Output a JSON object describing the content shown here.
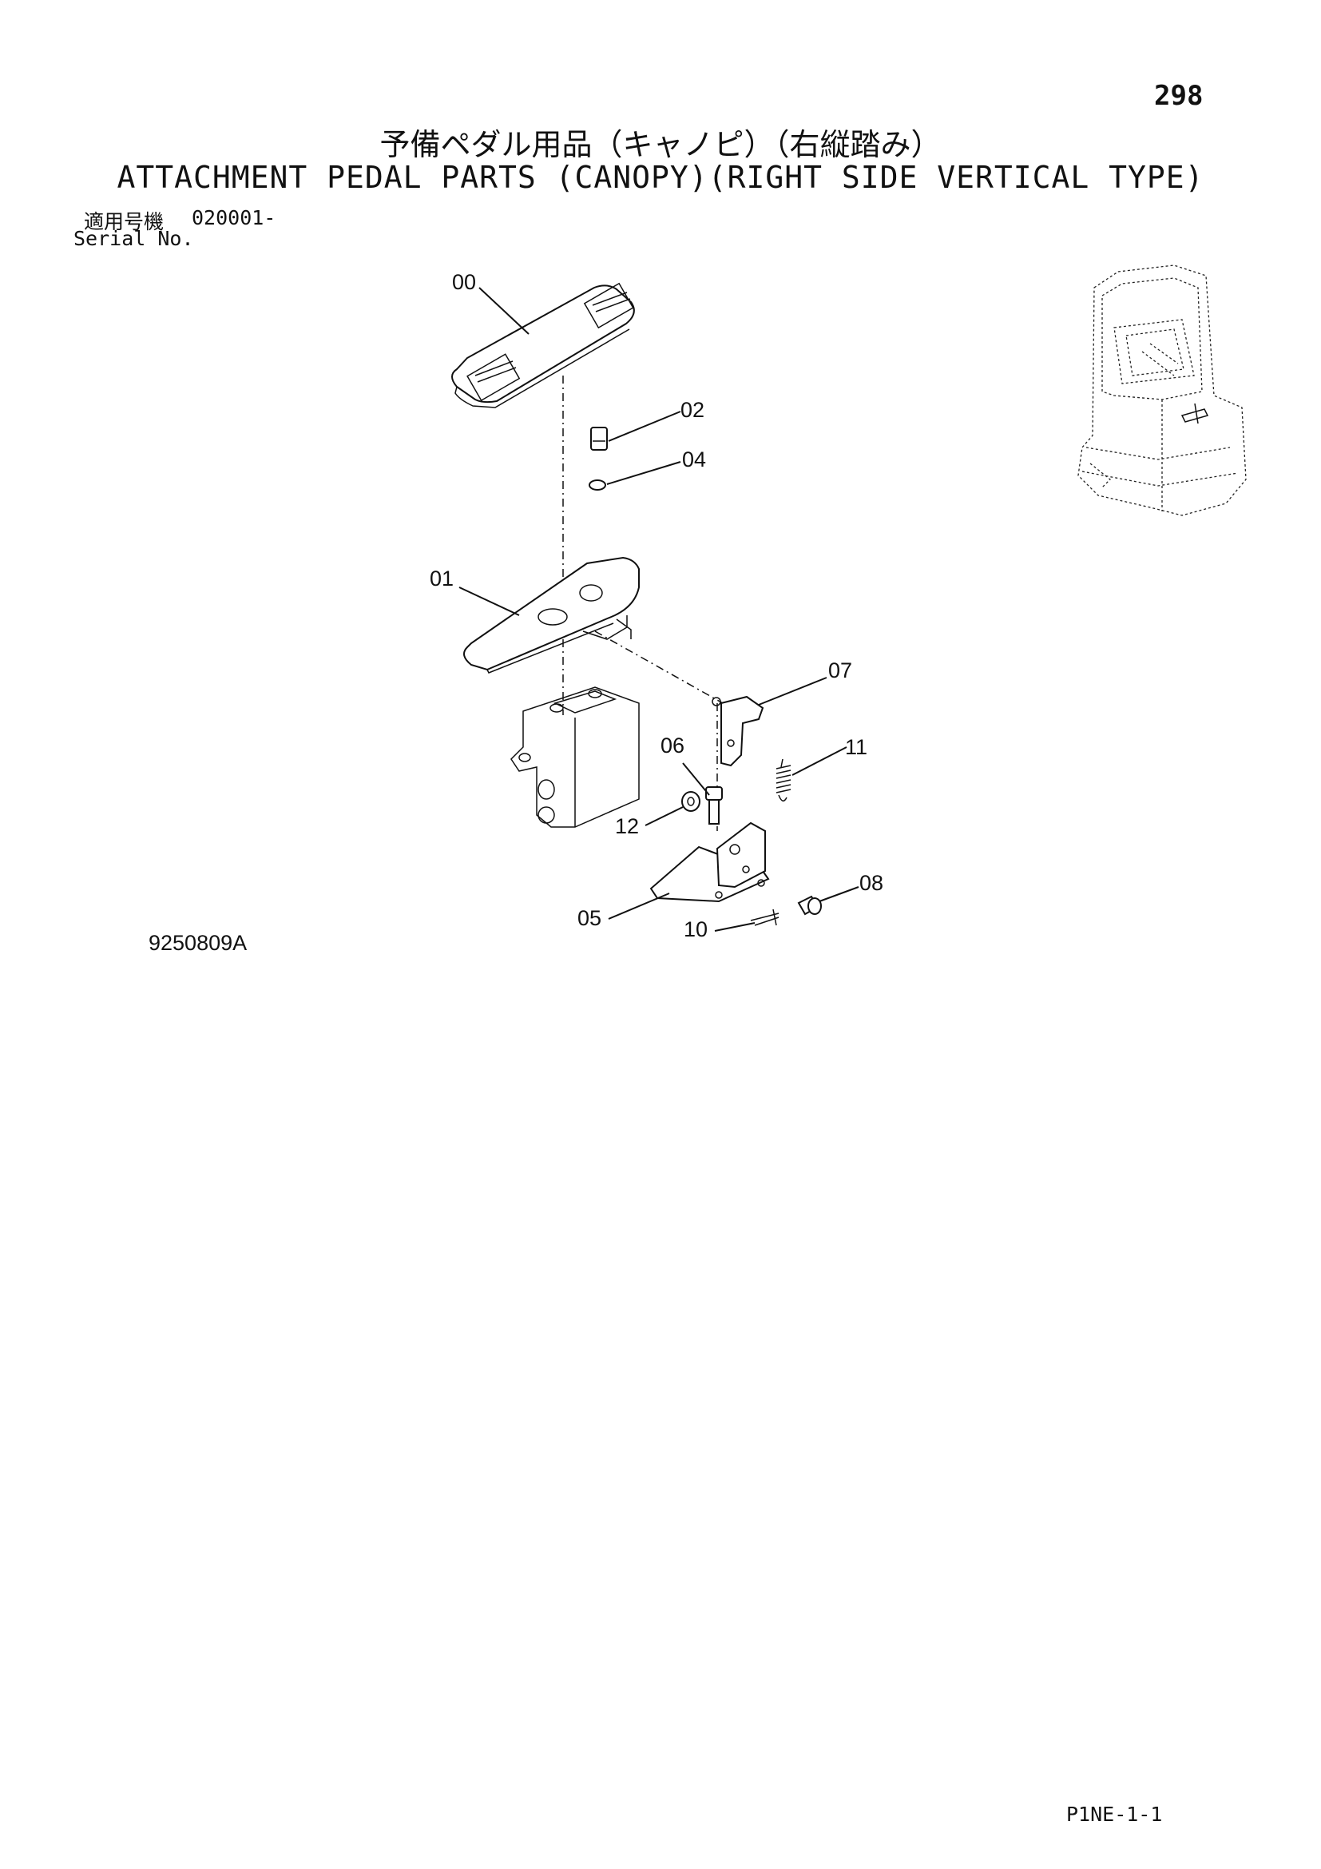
{
  "header": {
    "page_number": "298",
    "title_jp": "予備ペダル用品（キャノピ）（右縦踏み）",
    "title_en": "ATTACHMENT PEDAL PARTS (CANOPY)(RIGHT SIDE VERTICAL TYPE)",
    "serial_label_jp": "適用号機",
    "serial_value": "020001-",
    "serial_label_en": "Serial No."
  },
  "diagram": {
    "callouts": [
      {
        "id": "00",
        "label": "00"
      },
      {
        "id": "01",
        "label": "01"
      },
      {
        "id": "02",
        "label": "02"
      },
      {
        "id": "04",
        "label": "04"
      },
      {
        "id": "05",
        "label": "05"
      },
      {
        "id": "06",
        "label": "06"
      },
      {
        "id": "07",
        "label": "07"
      },
      {
        "id": "08",
        "label": "08"
      },
      {
        "id": "10",
        "label": "10"
      },
      {
        "id": "11",
        "label": "11"
      },
      {
        "id": "12",
        "label": "12"
      }
    ]
  },
  "footer": {
    "drawing_number": "9250809A",
    "page_code": "P1NE-1-1"
  }
}
